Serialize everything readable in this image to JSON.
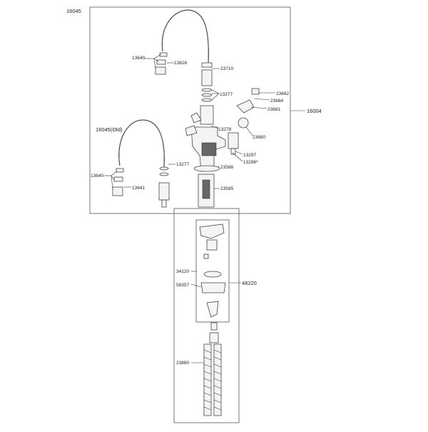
{
  "title_code": "16045",
  "codes": {
    "c13640a": "13640",
    "c13826": "13826",
    "c23710": "23710",
    "c13277a": "13277",
    "c23682": "23682",
    "c23684": "23684",
    "c23681": "23681",
    "c16004": "16004",
    "c16045old": "16045(Old)",
    "c13278": "13278",
    "c23680": "23680",
    "c13297": "13297",
    "c13298": "13298*",
    "c13277b": "13277",
    "c23586": "23586",
    "c13640b": "13640",
    "c13641": "13641",
    "c23585": "23585",
    "c34120": "34120",
    "c48220": "48220",
    "c58357": "58357",
    "c23880": "23880"
  }
}
